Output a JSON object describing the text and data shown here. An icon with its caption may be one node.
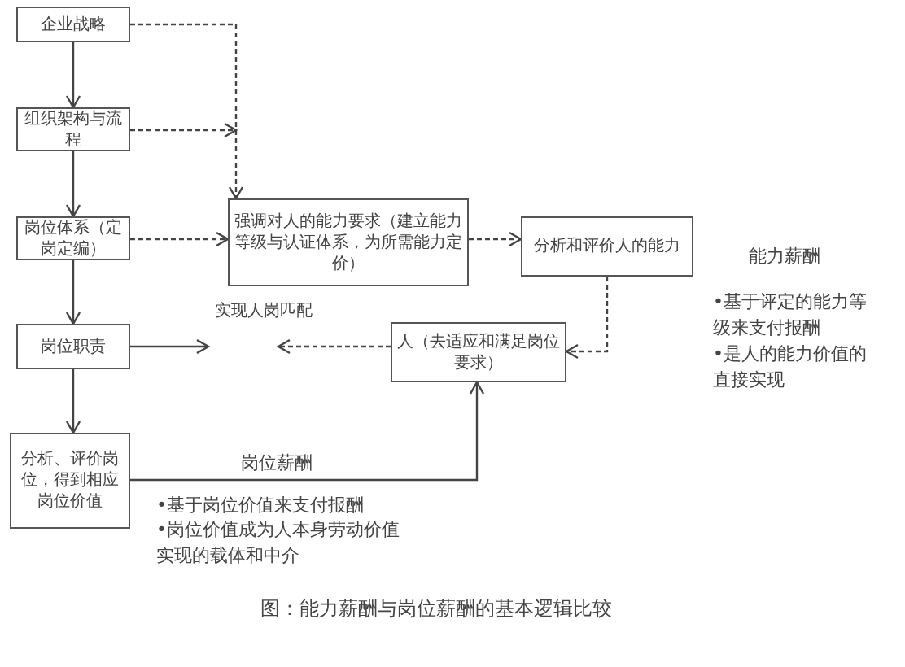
{
  "diagram": {
    "caption": "图：能力薪酬与岗位薪酬的基本逻辑比较",
    "nodes": [
      {
        "text": [
          "企业战略"
        ]
      },
      {
        "text": [
          "组织架构与流程"
        ]
      },
      {
        "text": [
          "岗位体系（定岗定编）"
        ]
      },
      {
        "text": [
          "强调对人的能力要求（建立能力等级与认证体系，为所需能力定价）"
        ]
      },
      {
        "text": [
          "分析和评价人的能力"
        ]
      },
      {
        "text": [
          "实现人岗匹配"
        ]
      },
      {
        "text": [
          "岗位职责"
        ]
      },
      {
        "text": [
          "人（去适应和满足岗位要求）"
        ]
      },
      {
        "text": [
          "分析、评价岗位，得到相应岗位价值"
        ]
      }
    ],
    "edges": [
      {
        "from": 0,
        "to": 1,
        "arrow": "to"
      },
      {
        "from": 1,
        "to": 2,
        "arrow": "to"
      },
      {
        "from": 2,
        "to": 6,
        "arrow": "to"
      },
      {
        "from": 6,
        "to": 8,
        "arrow": "to"
      },
      {
        "from": 0,
        "to": 3,
        "arrow": "to",
        "style": "dashed"
      },
      {
        "from": 1,
        "to": 3,
        "arrow": "to",
        "style": "dashed"
      },
      {
        "from": 2,
        "to": 3,
        "arrow": "to",
        "style": "dashed"
      },
      {
        "from": 3,
        "to": 4,
        "arrow": "to",
        "style": "dashed"
      },
      {
        "from": 4,
        "to": 7,
        "arrow": "to",
        "style": "dashed"
      },
      {
        "from": 6,
        "to": 5,
        "arrow": "to"
      },
      {
        "from": 7,
        "to": 5,
        "arrow": "to",
        "style": "dashed"
      },
      {
        "from": 8,
        "to": 7,
        "arrow": "to",
        "label": "岗位薪酬"
      }
    ],
    "labels": [
      "能力薪酬",
      "•基于评定的能力等级来支付报酬",
      "•是人的能力价值的直接实现",
      "•基于岗位价值来支付报酬",
      "•岗位价值成为人本身劳动价值实现的载体和中介"
    ]
  }
}
